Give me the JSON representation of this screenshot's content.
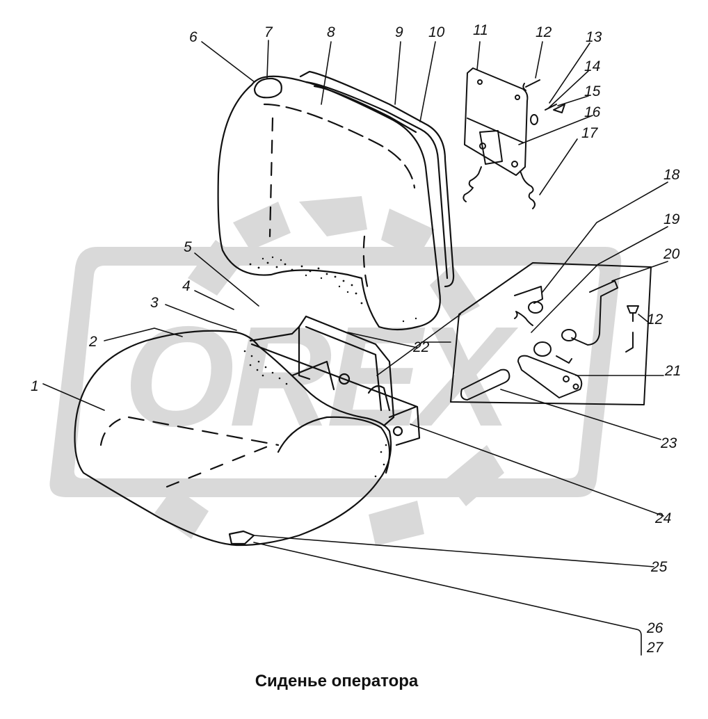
{
  "figure": {
    "caption": "Сиденье оператора",
    "watermark": "OREX",
    "colors": {
      "ink": "#111111",
      "watermark": "#d9d9d9",
      "paper": "#ffffff"
    }
  },
  "callouts": [
    {
      "id": "c1",
      "label": "1"
    },
    {
      "id": "c2",
      "label": "2"
    },
    {
      "id": "c3",
      "label": "3"
    },
    {
      "id": "c4",
      "label": "4"
    },
    {
      "id": "c5",
      "label": "5"
    },
    {
      "id": "c6",
      "label": "6"
    },
    {
      "id": "c7",
      "label": "7"
    },
    {
      "id": "c8",
      "label": "8"
    },
    {
      "id": "c9",
      "label": "9"
    },
    {
      "id": "c10",
      "label": "10"
    },
    {
      "id": "c11",
      "label": "11"
    },
    {
      "id": "c12a",
      "label": "12"
    },
    {
      "id": "c13",
      "label": "13"
    },
    {
      "id": "c14",
      "label": "14"
    },
    {
      "id": "c15",
      "label": "15"
    },
    {
      "id": "c16",
      "label": "16"
    },
    {
      "id": "c17",
      "label": "17"
    },
    {
      "id": "c18",
      "label": "18"
    },
    {
      "id": "c19",
      "label": "19"
    },
    {
      "id": "c20",
      "label": "20"
    },
    {
      "id": "c12b",
      "label": "12"
    },
    {
      "id": "c21",
      "label": "21"
    },
    {
      "id": "c22",
      "label": "22"
    },
    {
      "id": "c23",
      "label": "23"
    },
    {
      "id": "c24",
      "label": "24"
    },
    {
      "id": "c25",
      "label": "25"
    },
    {
      "id": "c26",
      "label": "26"
    },
    {
      "id": "c27",
      "label": "27"
    }
  ]
}
